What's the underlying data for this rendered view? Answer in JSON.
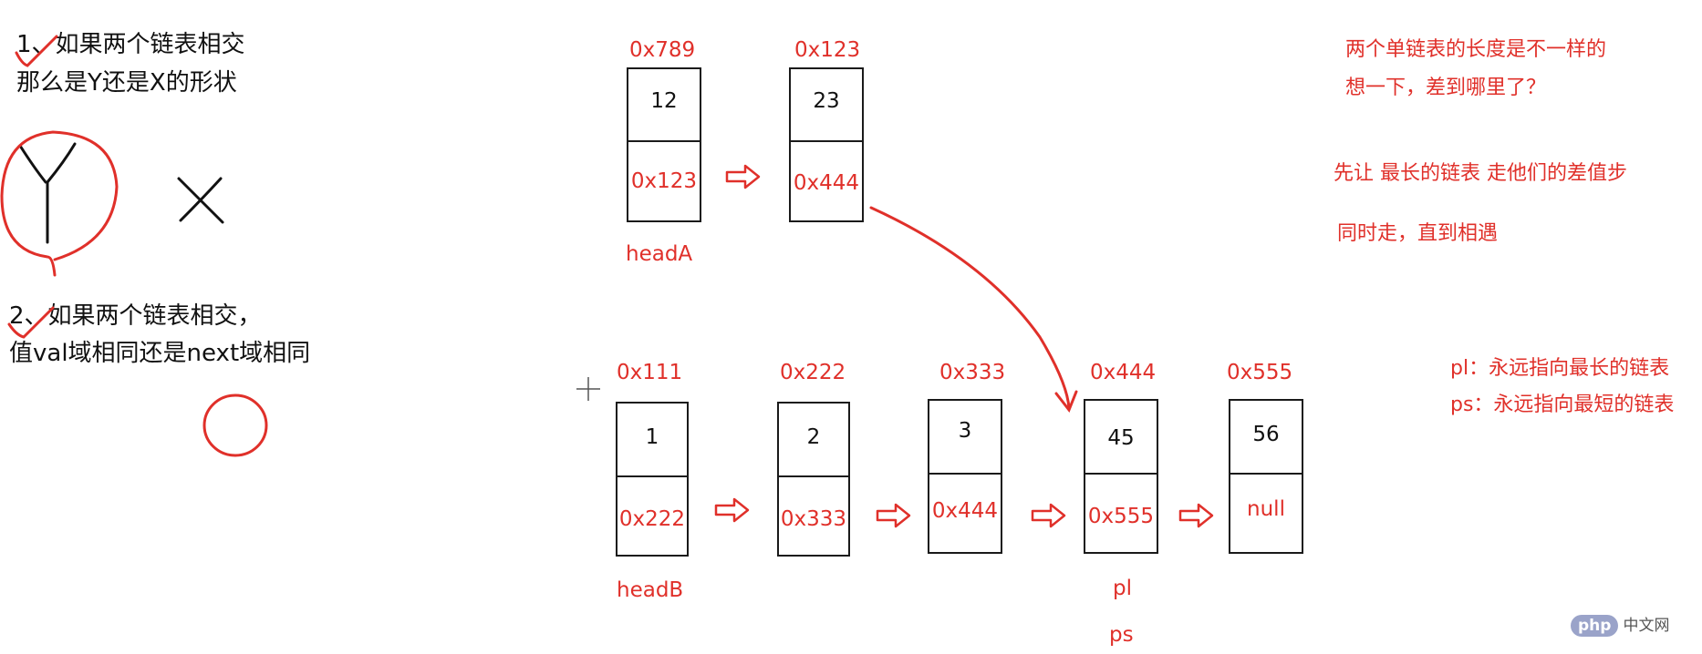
{
  "questions": {
    "q1_line1": "1、如果两个链表相交",
    "q1_line2": "那么是Y还是X的形状",
    "q2_line1": "2、如果两个链表相交，",
    "q2_line2": "值val域相同还是next域相同"
  },
  "shapes": {
    "y_letter": "Y",
    "x_letter": "X"
  },
  "listA": {
    "label": "headA",
    "nodes": [
      {
        "addr": "0x789",
        "val": "12",
        "next": "0x123"
      },
      {
        "addr": "0x123",
        "val": "23",
        "next": "0x444"
      }
    ]
  },
  "listB": {
    "label": "headB",
    "nodes": [
      {
        "addr": "0x111",
        "val": "1",
        "next": "0x222"
      },
      {
        "addr": "0x222",
        "val": "2",
        "next": "0x333"
      },
      {
        "addr": "0x333",
        "val": "3",
        "next": "0x444"
      },
      {
        "addr": "0x444",
        "val": "45",
        "next": "0x555"
      },
      {
        "addr": "0x555",
        "val": "56",
        "next": "null"
      }
    ]
  },
  "pointers": {
    "pl": "pl",
    "ps": "ps"
  },
  "notes": {
    "line1": "两个单链表的长度是不一样的",
    "line2": "想一下，差到哪里了？",
    "line3": "先让 最长的链表 走他们的差值步",
    "line4": "同时走，直到相遇",
    "pl_desc": "pl：永远指向最长的链表",
    "ps_desc": "ps：永远指向最短的链表"
  },
  "watermark": {
    "badge": "php",
    "text": "中文网"
  },
  "colors": {
    "ink": "#111111",
    "annotation": "#e0302a",
    "box_border": "#1a1a1a"
  }
}
